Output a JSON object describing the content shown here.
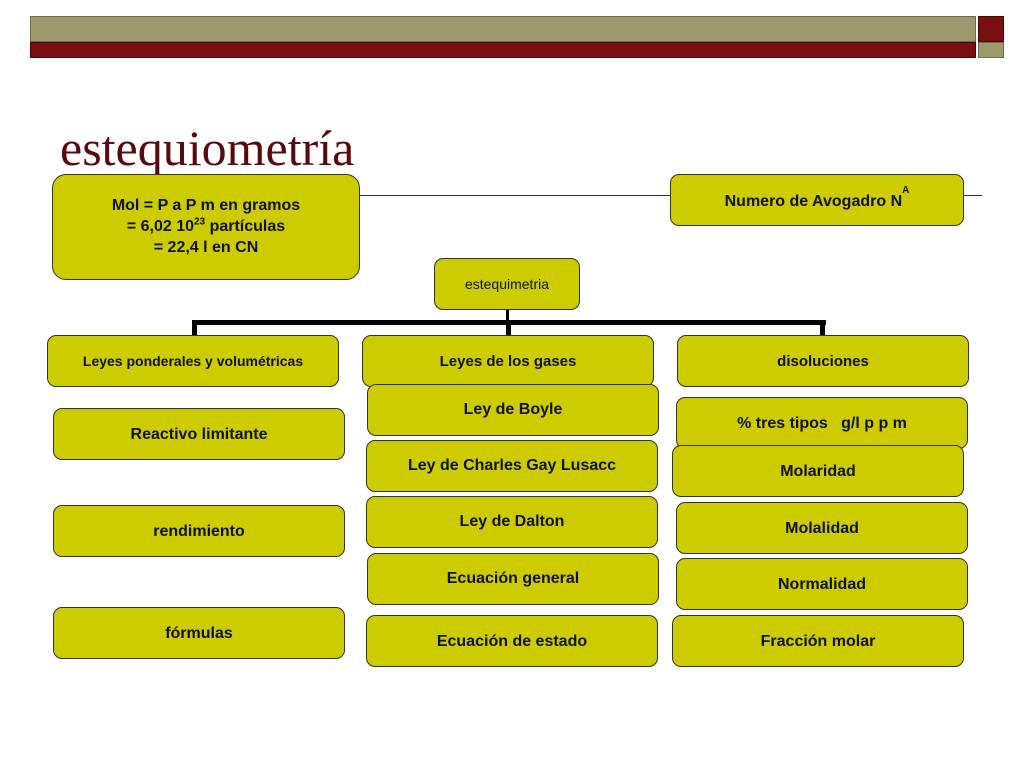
{
  "title": "estequiometría",
  "mol_box": {
    "line1": "Mol = P a P m en gramos",
    "line2_prefix": " = 6,02 10",
    "line2_sup": "23",
    "line2_suffix": " partículas",
    "line3": "= 22,4 l en CN"
  },
  "avogadro": {
    "text": "Numero de Avogadro N ",
    "sub": "A"
  },
  "root": "estequimetria",
  "branches": {
    "ponderales": "Leyes ponderales y volumétricas",
    "gases": "Leyes de los gases",
    "disoluciones": "disoluciones"
  },
  "left_items": [
    "Reactivo limitante",
    "rendimiento",
    "fórmulas"
  ],
  "gas_items": [
    "Ley de Boyle",
    "Ley de Charles Gay Lusacc",
    "Ley de Dalton",
    "Ecuación general",
    "Ecuación de estado"
  ],
  "disol_items": [
    "% tres tipos   g/l p p m",
    "Molaridad",
    "Molalidad",
    "Normalidad",
    "Fracción molar"
  ],
  "colors": {
    "node_fill": "#cccc00",
    "title": "#5a0a0c",
    "bar_olive": "#9c9a6c",
    "bar_red": "#7a0f12"
  }
}
